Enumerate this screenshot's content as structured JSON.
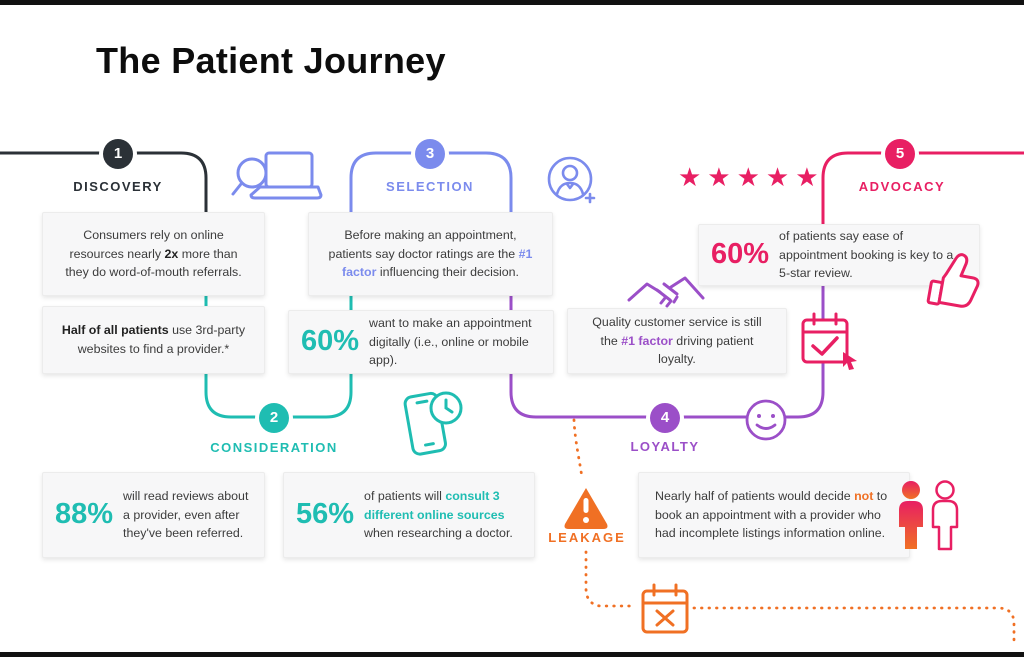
{
  "title": "The Patient Journey",
  "stages": [
    {
      "num": "1",
      "label": "DISCOVERY",
      "color": "#2b3137"
    },
    {
      "num": "2",
      "label": "CONSIDERATION",
      "color": "#1fbdb2"
    },
    {
      "num": "3",
      "label": "SELECTION",
      "color": "#7b8bed"
    },
    {
      "num": "4",
      "label": "LOYALTY",
      "color": "#9b4fc8"
    },
    {
      "num": "5",
      "label": "ADVOCACY",
      "color": "#e81f63"
    }
  ],
  "leakage": {
    "label": "LEAKAGE",
    "color": "#f07024"
  },
  "advocacy_stars": "★★★★★",
  "cards": {
    "discovery_top": {
      "pre": "Consumers rely on online resources nearly ",
      "bold": "2x",
      "post": " more than they do word-of-mouth referrals."
    },
    "discovery_bottom": {
      "bold": "Half of all patients",
      "post": " use 3rd-party websites to find a provider.*"
    },
    "selection_top": {
      "pre": "Before making an appointment, patients say doctor ratings are the ",
      "accent": "#1 factor",
      "post": " influencing their decision."
    },
    "selection_stat": {
      "stat": "60%",
      "text": "want to make an appointment digitally (i.e., online or mobile app)."
    },
    "loyalty": {
      "pre": "Quality customer service is still the ",
      "accent": "#1 factor",
      "post": " driving patient loyalty."
    },
    "advocacy_stat": {
      "stat": "60%",
      "text": "of patients say ease of appointment booking is key to a 5-star review."
    },
    "consideration_reviews": {
      "stat": "88%",
      "text": "will read reviews about a provider, even after they've been referred."
    },
    "consideration_sources": {
      "stat": "56%",
      "pre": "of patients will ",
      "accent": "consult 3 different online sources",
      "post": " when researching a doctor."
    },
    "leakage_card": {
      "pre": "Nearly half of patients would decide ",
      "accent": "not",
      "post": " to book an appointment with a provider who had incomplete listings information online."
    }
  },
  "icons": [
    "search-laptop-icon",
    "doctor-icon",
    "five-stars-icon",
    "handshake-icon",
    "calendar-check-icon",
    "thumbs-up-icon",
    "phone-clock-icon",
    "smiley-icon",
    "warning-icon",
    "calendar-x-icon",
    "patient-filled-icon",
    "patient-outline-icon"
  ]
}
